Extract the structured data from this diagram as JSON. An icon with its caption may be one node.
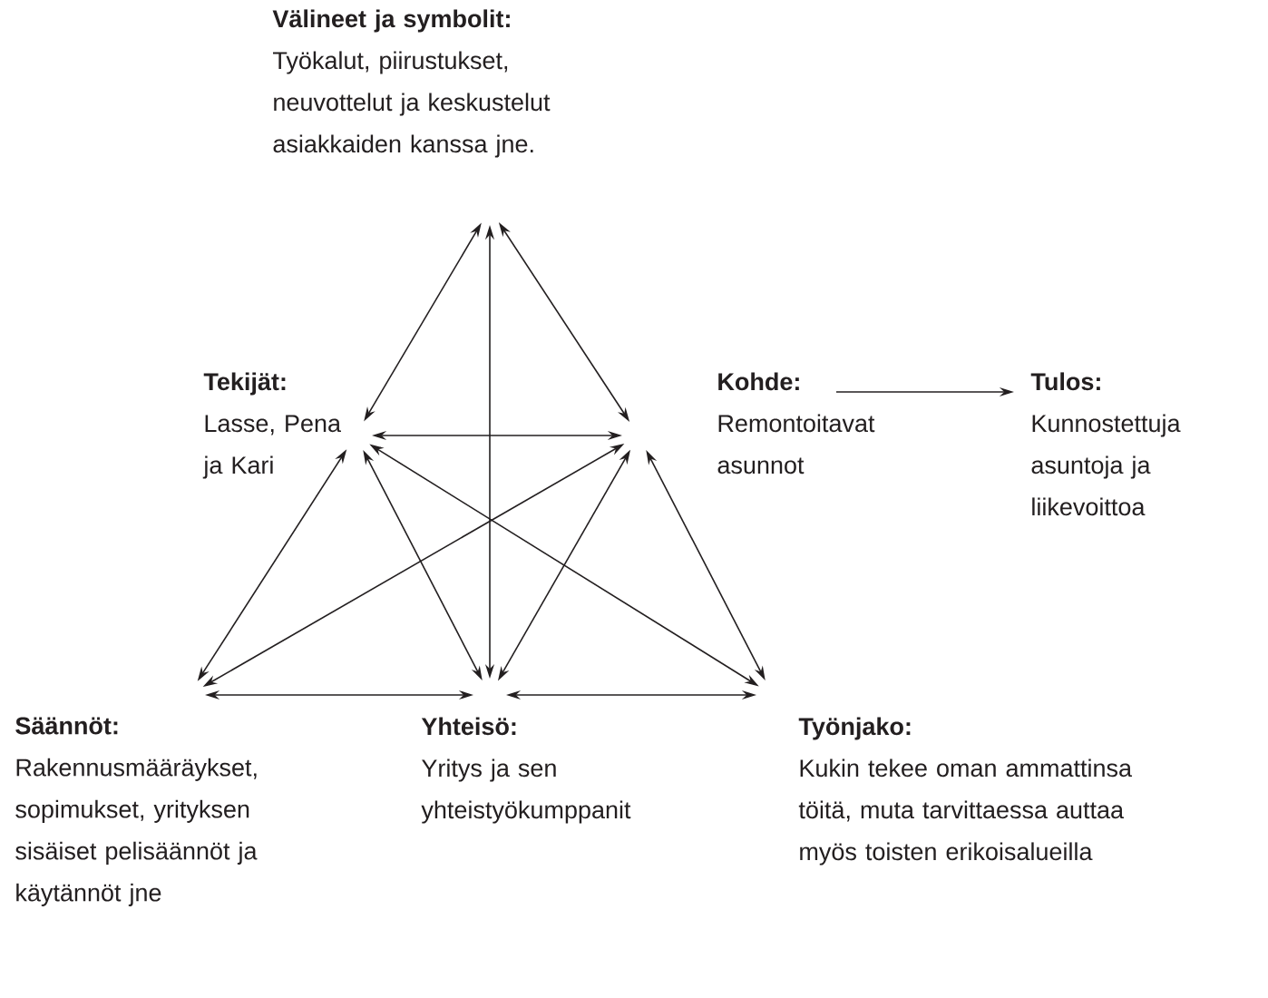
{
  "diagram": {
    "nodes": [
      {
        "text": [
          "Välineet ja symbolit:",
          "Työkalut, piirustukset, neuvottelut ja keskustelut asiakkaiden kanssa jne."
        ]
      },
      {
        "text": [
          "Tekijät:",
          "Lasse, Pena ja Kari"
        ]
      },
      {
        "text": [
          "Kohde:",
          "Remontoitavat asunnot"
        ]
      },
      {
        "text": [
          "Tulos:",
          "Kunnostettuja asuntoja ja liikevoittoa"
        ]
      },
      {
        "text": [
          "Säännöt:",
          "Rakennusmääräykset, sopimukset, yrityksen sisäiset pelisäännöt ja käytännöt jne"
        ]
      },
      {
        "text": [
          "Yhteisö:",
          "Yritys ja sen yhteistyökumppanit"
        ]
      },
      {
        "text": [
          "Työnjako:",
          "Kukin tekee oman ammattinsa töitä, muta tarvittaessa auttaa myös toisten erikoisalueilla"
        ]
      }
    ],
    "edges": [
      {
        "from": 0,
        "to": 1,
        "arrow": "both"
      },
      {
        "from": 0,
        "to": 2,
        "arrow": "both"
      },
      {
        "from": 0,
        "to": 5,
        "arrow": "both"
      },
      {
        "from": 1,
        "to": 2,
        "arrow": "both"
      },
      {
        "from": 1,
        "to": 4,
        "arrow": "both"
      },
      {
        "from": 1,
        "to": 5,
        "arrow": "both"
      },
      {
        "from": 1,
        "to": 6,
        "arrow": "both"
      },
      {
        "from": 2,
        "to": 4,
        "arrow": "both"
      },
      {
        "from": 2,
        "to": 5,
        "arrow": "both"
      },
      {
        "from": 2,
        "to": 6,
        "arrow": "both"
      },
      {
        "from": 4,
        "to": 5,
        "arrow": "both"
      },
      {
        "from": 5,
        "to": 6,
        "arrow": "both"
      },
      {
        "from": 2,
        "to": 3,
        "arrow": "to"
      }
    ]
  }
}
